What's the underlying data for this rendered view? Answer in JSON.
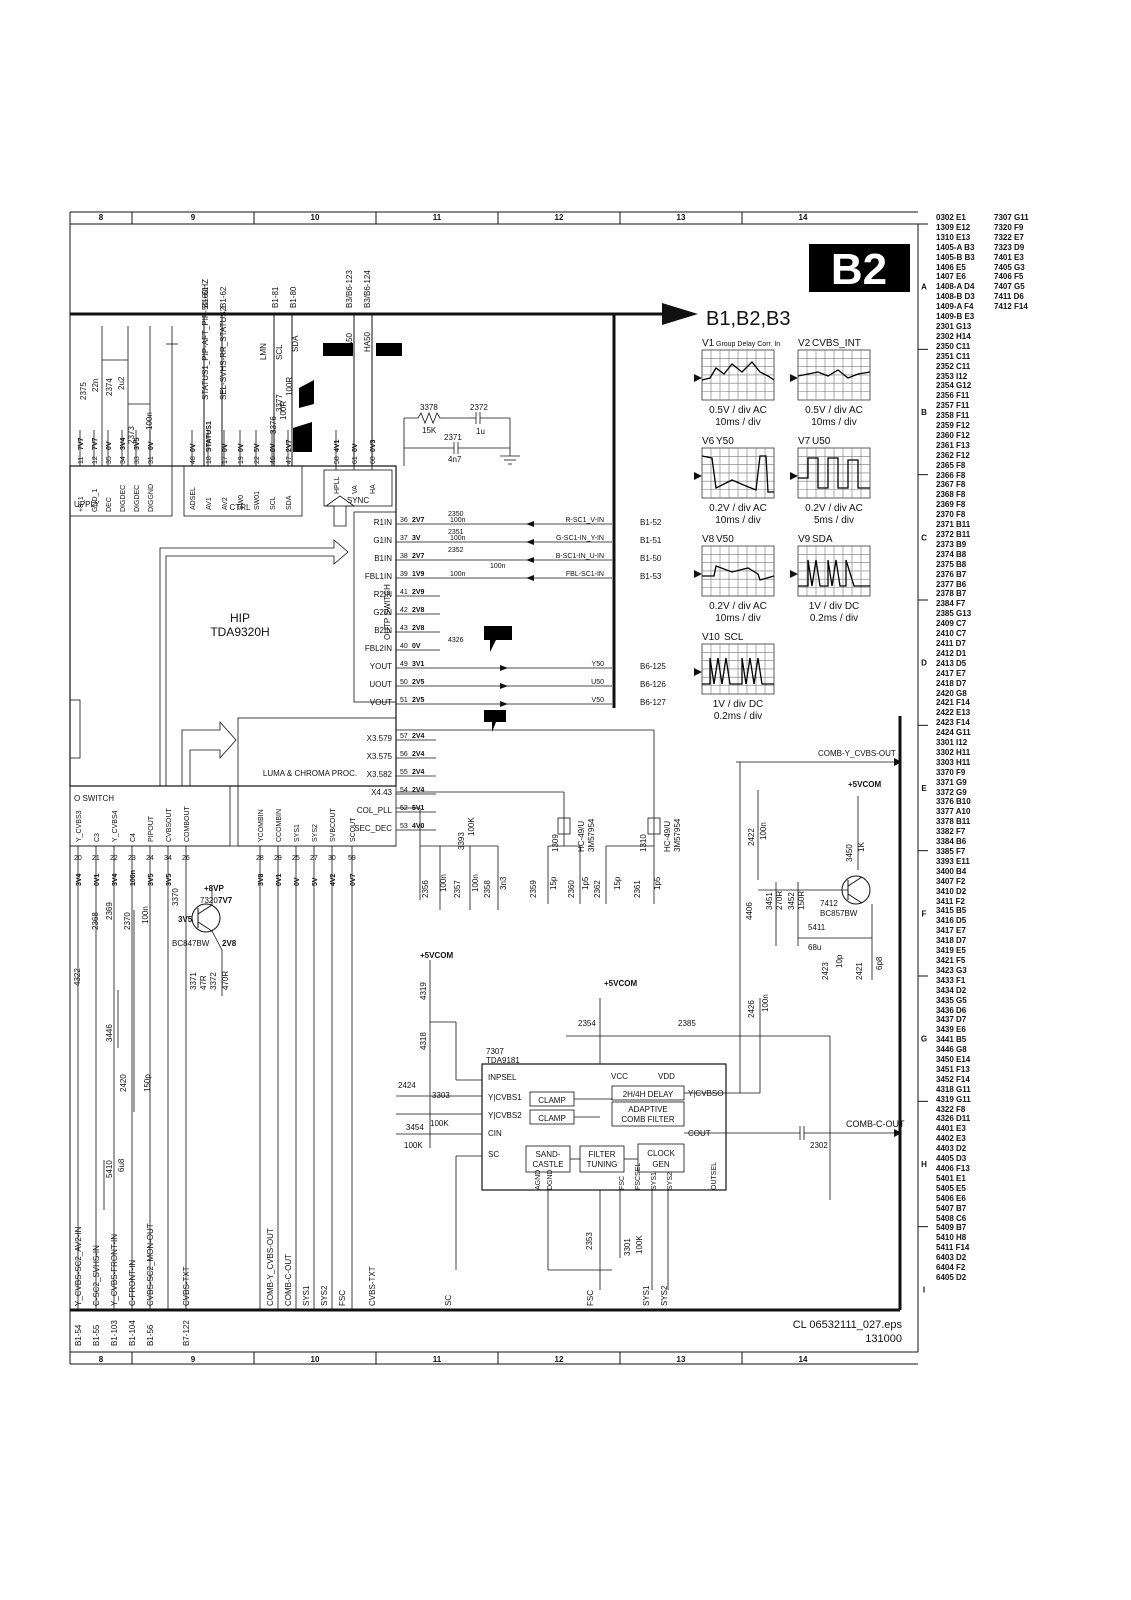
{
  "sheet": {
    "id": "B2",
    "bus_target": "B1,B2,B3",
    "file": "CL 06532111_027.eps",
    "date": "131000",
    "grid_columns": [
      "8",
      "9",
      "10",
      "11",
      "12",
      "13",
      "14"
    ],
    "grid_rows": [
      "A",
      "B",
      "C",
      "D",
      "E",
      "F",
      "G",
      "H",
      "I"
    ]
  },
  "ics": {
    "hip": {
      "name": "HIP",
      "type": "TDA9320H"
    },
    "comb": {
      "ref": "7307",
      "type": "TDA9181"
    },
    "luma": "LUMA & CHROMA PROC.",
    "switch": "O SWITCH",
    "ctrl": "CTRL",
    "sync": "SYNC",
    "outp_switch": "OUTP SWITCH",
    "supply": "UPPLY"
  },
  "oscillograms": [
    {
      "id": "V1",
      "title": "Group Delay Corr. In",
      "v": "0.5V / div AC",
      "t": "10ms / div"
    },
    {
      "id": "V2",
      "title": "CVBS_INT",
      "v": "0.5V / div AC",
      "t": "10ms / div"
    },
    {
      "id": "V6",
      "title": "Y50",
      "v": "0.2V / div AC",
      "t": "10ms / div"
    },
    {
      "id": "V7",
      "title": "U50",
      "v": "0.2V / div AC",
      "t": "5ms / div"
    },
    {
      "id": "V8",
      "title": "V50",
      "v": "0.2V / div AC",
      "t": "10ms / div"
    },
    {
      "id": "V9",
      "title": "SDA",
      "v": "1V / div DC",
      "t": "0.2ms / div"
    },
    {
      "id": "V10",
      "title": "SCL",
      "v": "1V / div DC",
      "t": "0.2ms / div"
    }
  ],
  "top_signals": [
    "B1-61",
    "B1-62",
    "B1-81",
    "B1-80",
    "B3/B6-123",
    "B3/B6-124"
  ],
  "top_nets": [
    "STATUS1_PIP-AFT_PIP-50-60HZ",
    "SEL-SVHS-RR_STATUS2",
    "LMN",
    "SCL",
    "SDA",
    "VA50",
    "HA50"
  ],
  "ctrl_pins": [
    {
      "name": "ADSEL",
      "pin": "48",
      "v": "0V"
    },
    {
      "name": "AV1",
      "pin": "18",
      "v": "STATUS1"
    },
    {
      "name": "AV2",
      "pin": "17",
      "v": "0V"
    },
    {
      "name": "SW0",
      "pin": "19",
      "v": "0V"
    },
    {
      "name": "SW01",
      "pin": "22",
      "v": "5V"
    },
    {
      "name": "SCL",
      "pin": "46",
      "v": "0V"
    },
    {
      "name": "SDA",
      "pin": "47",
      "v": "2V7"
    }
  ],
  "supply_pins": [
    {
      "name": "+8_1",
      "pin": "11",
      "v": "7V7"
    },
    {
      "name": "GND_1",
      "pin": "12",
      "v": "7V7"
    },
    {
      "name": "DEC",
      "pin": "35",
      "v": "0V"
    },
    {
      "name": "DIGDEC",
      "pin": "34",
      "v": "3V4"
    },
    {
      "name": "DIGDEC",
      "pin": "33",
      "v": "3V5"
    },
    {
      "name": "DIGGND",
      "pin": "31",
      "v": "0V"
    }
  ],
  "sync_pins": [
    {
      "name": "HPLL",
      "pin": "58",
      "v": "4V1"
    },
    {
      "name": "VA",
      "pin": "61",
      "v": "0V"
    },
    {
      "name": "HA",
      "pin": "60",
      "v": "0V3"
    }
  ],
  "rgb_inputs": [
    {
      "name": "R1IN",
      "pin": "36",
      "v": "2V7",
      "part": "2350",
      "val": "100n",
      "net": "R-SC1_V-IN",
      "conn": "B1-52"
    },
    {
      "name": "G1IN",
      "pin": "37",
      "v": "3V",
      "part": "2351",
      "val": "100n",
      "net": "G-SC1-IN_Y-IN",
      "conn": "B1-51"
    },
    {
      "name": "B1IN",
      "pin": "38",
      "v": "2V7",
      "part": "2352",
      "val": "100n",
      "net": "B-SC1-IN_U-IN",
      "conn": "B1-50"
    },
    {
      "name": "FBL1IN",
      "pin": "39",
      "v": "1V9",
      "part": "",
      "val": "100n",
      "net": "FBL-SC1-IN",
      "conn": "B1-53"
    },
    {
      "name": "R2IN",
      "pin": "41",
      "v": "2V9"
    },
    {
      "name": "G2IN",
      "pin": "42",
      "v": "2V8"
    },
    {
      "name": "B2IN",
      "pin": "43",
      "v": "2V8"
    },
    {
      "name": "FBL2IN",
      "pin": "40",
      "v": "0V",
      "part": "4326"
    }
  ],
  "outputs": [
    {
      "name": "YOUT",
      "pin": "49",
      "v": "3V1",
      "net": "Y50",
      "conn": "B6-125"
    },
    {
      "name": "UOUT",
      "pin": "50",
      "v": "2V5",
      "net": "U50",
      "conn": "B6-126"
    },
    {
      "name": "VOUT",
      "pin": "51",
      "v": "2V5",
      "net": "V50",
      "conn": "B6-127"
    }
  ],
  "luma_pins": [
    {
      "name": "X3.579",
      "pin": "57",
      "v": "2V4"
    },
    {
      "name": "X3.575",
      "pin": "56",
      "v": "2V4"
    },
    {
      "name": "X3.582",
      "pin": "55",
      "v": "2V4"
    },
    {
      "name": "X4.43",
      "pin": "54",
      "v": "2V4"
    },
    {
      "name": "COL_PLL",
      "pin": "52",
      "v": "5V1"
    },
    {
      "name": "SEC_DEC",
      "pin": "53",
      "v": "4V0"
    }
  ],
  "bottom_pins": [
    {
      "name": "Y_CVBS3",
      "pin": "20",
      "v": "3V4"
    },
    {
      "name": "C3",
      "pin": "21",
      "v": "0V1"
    },
    {
      "name": "Y_CVBS4",
      "pin": "22",
      "v": "3V4"
    },
    {
      "name": "C4",
      "pin": "23",
      "v": "100n"
    },
    {
      "name": "PIPOUT",
      "pin": "24",
      "v": "3V5"
    },
    {
      "name": "CVBSOUT",
      "pin": "34",
      "v": "3V5"
    },
    {
      "name": "COMBOUT",
      "pin": "26",
      "v": ""
    },
    {
      "name": "YCOMBIN",
      "pin": "28",
      "v": "3V8"
    },
    {
      "name": "CCOMBIN",
      "pin": "29",
      "v": "0V1"
    },
    {
      "name": "SYS1",
      "pin": "25",
      "v": "0V"
    },
    {
      "name": "SYS2",
      "pin": "27",
      "v": "5V"
    },
    {
      "name": "SVBCOUT",
      "pin": "30",
      "v": "4V2"
    },
    {
      "name": "SCOUT",
      "pin": "59",
      "v": "0V7"
    }
  ],
  "bottom_nets": [
    {
      "net": "Y_CVBS-SC2_AV2-IN",
      "conn": "B1-54"
    },
    {
      "net": "C-SC2_SVHS-IN",
      "conn": "B1-55"
    },
    {
      "net": "Y_CVBS-FRONT-IN",
      "conn": "B1-103"
    },
    {
      "net": "C-FRONT-IN",
      "conn": "B1-104"
    },
    {
      "net": "CVBS-SC2_MON-OUT",
      "conn": "B1-56"
    },
    {
      "net": "CVBS-TXT",
      "conn": "B7-122"
    },
    {
      "net": "COMB-Y_CVBS-OUT",
      "conn": ""
    },
    {
      "net": "COMB-C-OUT",
      "conn": ""
    },
    {
      "net": "SYS1",
      "conn": ""
    },
    {
      "net": "SYS2",
      "conn": ""
    },
    {
      "net": "FSC",
      "conn": ""
    },
    {
      "net": "CVBS-TXT",
      "conn": ""
    },
    {
      "net": "SC",
      "conn": ""
    },
    {
      "net": "FSC",
      "conn": ""
    },
    {
      "net": "SYS1",
      "conn": ""
    },
    {
      "net": "SYS2",
      "conn": ""
    }
  ],
  "comb_filter": {
    "inpsel": "INPSEL",
    "vcc": "VCC",
    "vdd": "VDD",
    "ycvbs1": "Y|CVBS1",
    "ycvbs2": "Y|CVBS2",
    "cin": "CIN",
    "sc": "SC",
    "clamp": "CLAMP",
    "delay": "2H/4H DELAY",
    "adaptive": "ADAPTIVE",
    "combf": "COMB FILTER",
    "sand": "SAND-",
    "castle": "CASTLE",
    "filter": "FILTER",
    "tuning": "TUNING",
    "clock": "CLOCK",
    "gen": "GEN",
    "ycvbso": "Y|CVBSO",
    "cout": "COUT",
    "bottom": [
      "AGND",
      "DGND",
      "FSC",
      "FSCSEL",
      "SYS1",
      "SYS2",
      "OUTSEL"
    ],
    "output_net_y": "COMB-Y_CVBS-OUT",
    "output_net_c": "COMB-C-OUT"
  },
  "transistors": [
    {
      "ref": "7320",
      "type": "BC847BW",
      "e": "3V5",
      "c": "7V7",
      "b": "2V8",
      "supply": "+8VP"
    },
    {
      "ref": "7412",
      "type": "BC857BW",
      "supply": "+5VCOM"
    }
  ],
  "supplies": [
    "+5VCOM",
    "+5VCOM",
    "+5VCOM",
    "+8VP"
  ],
  "crystals": [
    {
      "ref": "1309",
      "type": "HC-49/U",
      "code": "3M57954"
    },
    {
      "ref": "1310",
      "type": "HC-49/U",
      "code": "3M57954"
    }
  ],
  "components": {
    "r3378": "3378",
    "r3378v": "15K",
    "c2372": "2372",
    "c2372v": "1u",
    "c2371": "2371",
    "c2371v": "4n7",
    "r3377": "3377",
    "r3377v": "100R",
    "r3376": "3376",
    "r3376v": "100R",
    "c2375": "2375",
    "c2375v": "22n",
    "c2374": "2374",
    "c2374v": "2u2",
    "c2373": "2373",
    "c2373v": "100n",
    "c2356": "2356",
    "c2357": "2357",
    "c2358": "2358",
    "c2358v": "3n3",
    "r3393": "3393",
    "r3393v": "100K",
    "c2359": "2359",
    "c2359v": "15p",
    "c2360": "2360",
    "c2360v": "1p5",
    "c2362": "2362",
    "c2362v": "15p",
    "c2361": "2361",
    "c2361v": "1p5",
    "c2422": "2422",
    "c2422v": "100n",
    "r3450": "3450",
    "r3450v": "1K",
    "r4406": "4406",
    "r3451": "3451",
    "r3451v": "270R",
    "r3452": "3452",
    "r3452v": "150R",
    "l5411": "5411",
    "l5411v": "68u",
    "c2423": "2423",
    "c2423v": "10p",
    "c2421": "2421",
    "c2421v": "6p8",
    "c2426": "2426",
    "c2426v": "100n",
    "c2354": "2354",
    "c2385": "2385",
    "c2424": "2424",
    "c2302": "2302",
    "r3303": "3303",
    "r3303v": "100K",
    "r3454": "3454",
    "r3454v": "100K",
    "r4319": "4319",
    "r4318": "4318",
    "c2353": "2353",
    "r3301": "3301",
    "r3301v": "100K",
    "c2368": "2368",
    "c2369": "2369",
    "c2370": "2370",
    "r3370": "3370",
    "r3371": "3371",
    "r3371v": "47R",
    "r3372": "3372",
    "r3372v": "470R",
    "r3446": "3446",
    "c2420": "2420",
    "c2420v": "150p",
    "l5410": "5410",
    "l5410v": "6u8",
    "r4322": "4322",
    "n100": "100n",
    "n100b": "100n",
    "n100c": "100n"
  },
  "ref_index": [
    "0302 E1",
    "1309 E12",
    "1310 E13",
    "1405-A B3",
    "1405-B B3",
    "1406 E5",
    "1407 E6",
    "1408-A D4",
    "1408-B D3",
    "1409-A F4",
    "1409-B E3",
    "2301 G13",
    "2302 H14",
    "2350 C11",
    "2351 C11",
    "2352 C11",
    "2353 I12",
    "2354 G12",
    "2356 F11",
    "2357 F11",
    "2358 F11",
    "2359 F12",
    "2360 F12",
    "2361 F13",
    "2362 F12",
    "2365 F8",
    "2366 F8",
    "2367 F8",
    "2368 F8",
    "2369 F8",
    "2370 F8",
    "2371 B11",
    "2372 B11",
    "2373 B9",
    "2374 B8",
    "2375 B8",
    "2376 B7",
    "2377 B6",
    "2378 B7",
    "2384 F7",
    "2385 G13",
    "2409 C7",
    "2410 C7",
    "2411 D7",
    "2412 D1",
    "2413 D5",
    "2417 E7",
    "2418 D7",
    "2420 G8",
    "2421 F14",
    "2422 E13",
    "2423 F14",
    "2424 G11",
    "3301 I12",
    "3302 H11",
    "3303 H11",
    "3370 F9",
    "3371 G9",
    "3372 G9",
    "3376 B10",
    "3377 A10",
    "3378 B11",
    "3382 F7",
    "3384 B6",
    "3385 F7",
    "3393 E11",
    "3400 B4",
    "3407 F2",
    "3410 D2",
    "3411 F2",
    "3415 B5",
    "3416 D5",
    "3417 E7",
    "3418 D7",
    "3419 E5",
    "3421 F5",
    "3423 G3",
    "3433 F1",
    "3434 D2",
    "3435 G5",
    "3436 D6",
    "3437 D7",
    "3439 E6",
    "3441 B5",
    "3446 G8",
    "3450 E14",
    "3451 F13",
    "3452 F14",
    "4318 G11",
    "4319 G11",
    "4322 F8",
    "4326 D11",
    "4401 E3",
    "4402 E3",
    "4403 D2",
    "4405 D3",
    "4406 F13",
    "5401 E1",
    "5405 E5",
    "5406 E6",
    "5407 B7",
    "5408 C6",
    "5409 B7",
    "5410 H8",
    "5411 F14",
    "6403 D2",
    "6404 F2",
    "6405 D2"
  ],
  "ref_index_2": [
    "7307 G11",
    "7320 F9",
    "7322 E7",
    "7323 D9",
    "7401 E3",
    "7405 G3",
    "7406 F5",
    "7407 G5",
    "7411 D6",
    "7412 F14"
  ]
}
